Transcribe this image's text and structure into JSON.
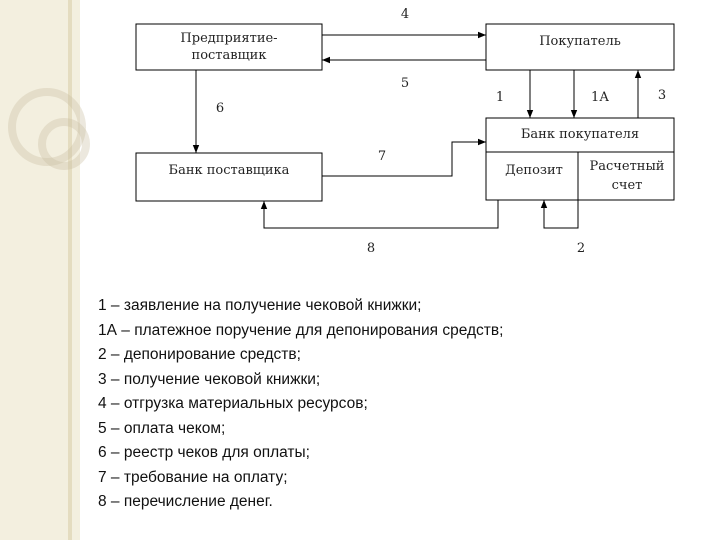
{
  "diagram": {
    "supplier_enterprise": [
      "Предприятие-",
      "поставщик"
    ],
    "buyer": "Покупатель",
    "supplier_bank": "Банк поставщика",
    "buyer_bank": "Банк покупателя",
    "deposit": "Депозит",
    "settlement_account": [
      "Расчетный",
      "счет"
    ],
    "step_labels": {
      "s1": "1",
      "s1a": "1А",
      "s2": "2",
      "s3": "3",
      "s4": "4",
      "s5": "5",
      "s6": "6",
      "s7": "7",
      "s8": "8"
    }
  },
  "legend": [
    "1 – заявление на получение чековой книжки;",
    "1А – платежное поручение для депонирования средств;",
    "2 – депонирование средств;",
    "3 – получение чековой книжки;",
    "4 – отгрузка материальных ресурсов;",
    "5 – оплата чеком;",
    "6 – реестр чеков для оплаты;",
    "7 – требование на оплату;",
    "8 – перечисление денег."
  ]
}
